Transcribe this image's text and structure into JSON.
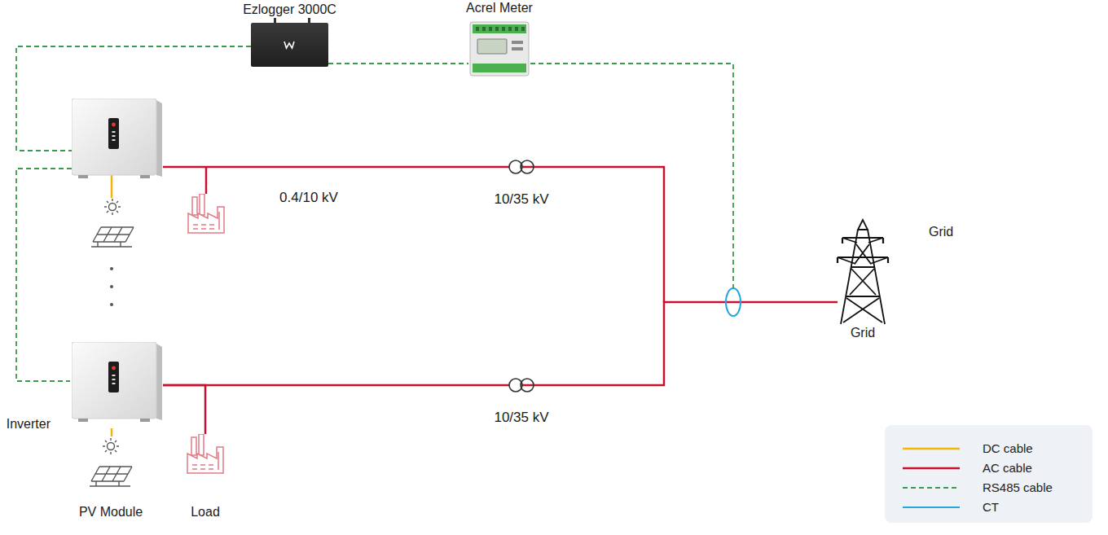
{
  "diagram": {
    "nodes": [
      {
        "text": [
          "Ezlogger 3000C"
        ]
      },
      {
        "text": [
          "Acrel Meter"
        ]
      },
      {
        "text": [
          "Grid",
          "Grid"
        ]
      },
      {
        "text": [
          "Inverter"
        ]
      },
      {
        "text": [
          "PV Module"
        ]
      },
      {
        "text": [
          "Load"
        ]
      }
    ],
    "edges": [
      {
        "from": 0,
        "to": 1,
        "arrow": "none"
      },
      {
        "from": 3,
        "to": 4,
        "arrow": "none"
      },
      {
        "from": 3,
        "to": 5,
        "arrow": "none"
      },
      {
        "from": 3,
        "to": 2,
        "arrow": "none"
      }
    ],
    "labels": [
      "0.4/10 kV",
      "10/35 kV",
      "10/35 kV"
    ],
    "legend": [
      {
        "text": "DC cable"
      },
      {
        "text": "AC cable"
      },
      {
        "text": "RS485 cable"
      },
      {
        "text": "CT"
      }
    ]
  }
}
